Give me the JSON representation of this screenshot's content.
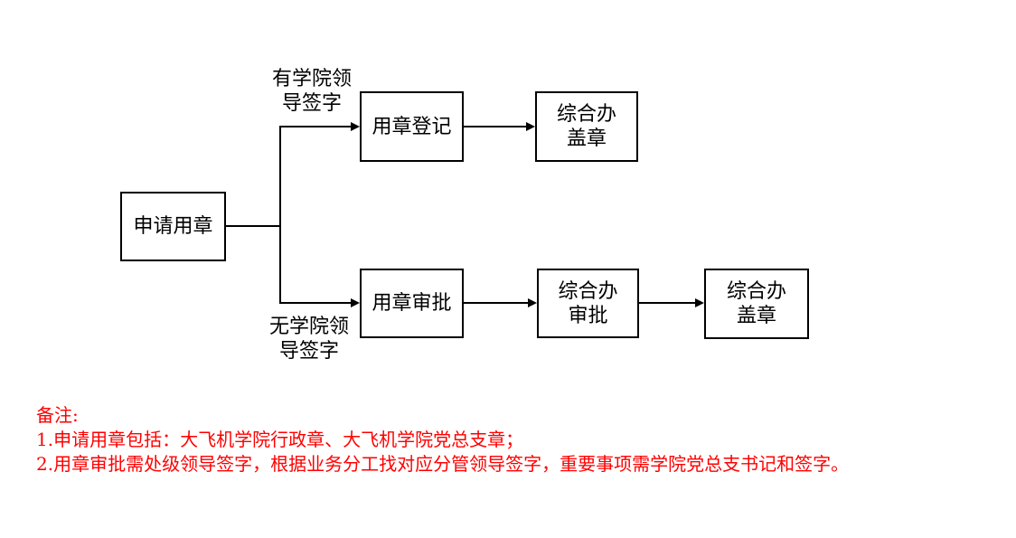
{
  "diagram": {
    "nodes": {
      "apply": {
        "label": "申请用章"
      },
      "register": {
        "label": "用章登记"
      },
      "office_stamp_top": {
        "line1": "综合办",
        "line2": "盖章"
      },
      "approve": {
        "label": "用章审批"
      },
      "office_approve": {
        "line1": "综合办",
        "line2": "审批"
      },
      "office_stamp_bottom": {
        "line1": "综合办",
        "line2": "盖章"
      }
    },
    "branch_labels": {
      "with_signature": {
        "line1": "有学院领",
        "line2": "导签字"
      },
      "without_signature": {
        "line1": "无学院领",
        "line2": "导签字"
      }
    }
  },
  "notes": {
    "heading": "备注:",
    "item1": "1.申请用章包括：大飞机学院行政章、大飞机学院党总支章；",
    "item2": "2.用章审批需处级领导签字，根据业务分工找对应分管领导签字，重要事项需学院党总支书记和签字。"
  },
  "colors": {
    "line": "#000000",
    "note_text": "#ff0000",
    "background": "#ffffff"
  }
}
